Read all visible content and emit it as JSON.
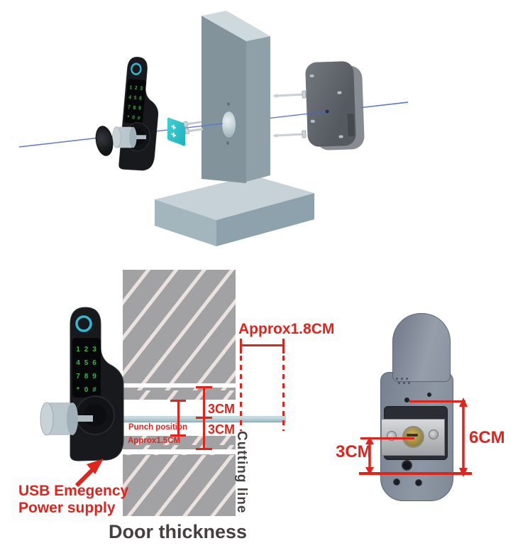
{
  "diagram_type": "smart-lock-installation-guide",
  "colors": {
    "accent_red": "#e0241c",
    "fingerprint_teal": "#2fbccb",
    "keypad_green": "#3cb54b",
    "door_gray": "#a2a2a4",
    "hatch_line": "#ece2e0",
    "blue_axis_line": "#5b79cf",
    "dark_text": "#473f3f"
  },
  "icons": {
    "cross_hole": "✚"
  },
  "keypad": {
    "keys": [
      "1",
      "2",
      "3",
      "4",
      "5",
      "6",
      "7",
      "8",
      "9",
      "*",
      "0",
      "#"
    ]
  },
  "install_diagram": {
    "approx_1_8cm_label": "Approx1.8CM",
    "dim_3cm_upper": "3CM",
    "dim_3cm_lower": "3CM",
    "punch_position_label": "Punch position",
    "approx_1_5cm_label": "Approx1.5CM",
    "cutting_line_label": "Cutting line",
    "usb_note_line1": "USB Emegency",
    "usb_note_line2": "Power supply",
    "door_thickness_label": "Door thickness"
  },
  "back_view": {
    "dim_3cm_label": "3CM",
    "dim_6cm_label": "6CM"
  }
}
